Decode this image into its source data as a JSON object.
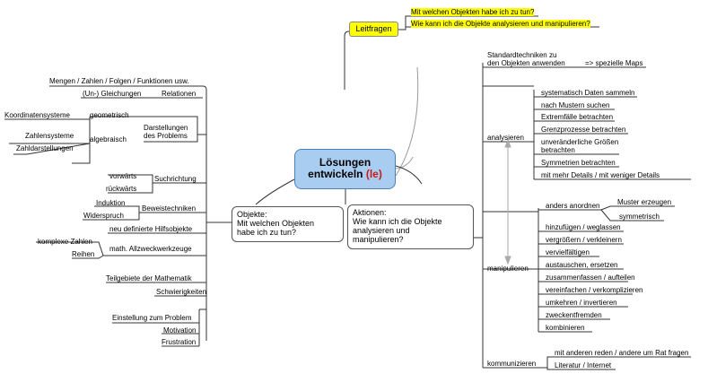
{
  "center": {
    "line1": "Lösungen",
    "line2": "entwickeln",
    "suffix": "(le)"
  },
  "leitfragen": {
    "label": "Leitfragen",
    "q1": "Mit welchen Objekten habe ich zu tun?",
    "q2": "Wie kann ich die Objekte analysieren und manipulieren?"
  },
  "objekte": {
    "line1": "Objekte:",
    "line2": "Mit welchen Objekten",
    "line3": "habe ich zu tun?"
  },
  "aktionen": {
    "line1": "Aktionen:",
    "line2": "Wie kann ich die Objekte",
    "line3": "analysieren und",
    "line4": "manipulieren?"
  },
  "left": {
    "mengen": "Mengen / Zahlen / Folgen / Funktionen usw.",
    "gleichungen": "(Un-) Gleichungen",
    "relationen": "Relationen",
    "koordinatensysteme": "Koordinatensysteme",
    "geometrisch": "geometrisch",
    "darstellungen1": "Darstellungen",
    "darstellungen2": "des Problems",
    "zahlensysteme": "Zahlensysteme",
    "algebraisch": "algebraisch",
    "zahldarstellungen": "Zahldarstellungen",
    "vorwaerts": "vorwärts",
    "rueckwaerts": "rückwärts",
    "suchrichtung": "Suchrichtung",
    "induktion": "Induktion",
    "beweistechniken": "Beweistechniken",
    "widerspruch": "Widerspruch",
    "hilfsobjekte": "neu definierte Hilfsobjekte",
    "komplexe": "komplexe Zahlen",
    "allzweck": "math. Allzweckwerkzeuge",
    "reihen": "Reihen",
    "teilgebiete": "Teilgebiete der Mathematik",
    "schwierigkeiten": "Schwierigkeiten",
    "einstellung": "Einstellung zum Problem",
    "motivation": "Motivation",
    "frustration": "Frustration"
  },
  "right": {
    "standard1": "Standardtechniken zu",
    "standard2": "den Objekten anwenden",
    "spezielle": "=> spezielle Maps",
    "analysieren": "analysieren",
    "a_items": [
      "systematisch Daten sammeln",
      "nach Mustern suchen",
      "Extremfälle betrachten",
      "Grenzprozesse betrachten",
      "unveränderliche Größen",
      "betrachten",
      "Symmetrien betrachten",
      "mit mehr Details / mit weniger Details"
    ],
    "manipulieren": "manipulieren",
    "anders_anordnen": "anders anordnen",
    "muster": "Muster erzeugen",
    "symmetrisch": "symmetrisch",
    "m_items": [
      "hinzufügen / weglassen",
      "vergrößern / verkleinern",
      "vervielfältigen",
      "austauschen, ersetzen",
      "zusammenfassen / aufteilen",
      "vereinfachen / verkomplizieren",
      "umkehren / invertieren",
      "zweckentfremden",
      "kombinieren"
    ],
    "kommunizieren": "kommunizieren",
    "k_items": [
      "mit anderen reden / andere um Rat fragen",
      "Literatur / Internet"
    ]
  }
}
